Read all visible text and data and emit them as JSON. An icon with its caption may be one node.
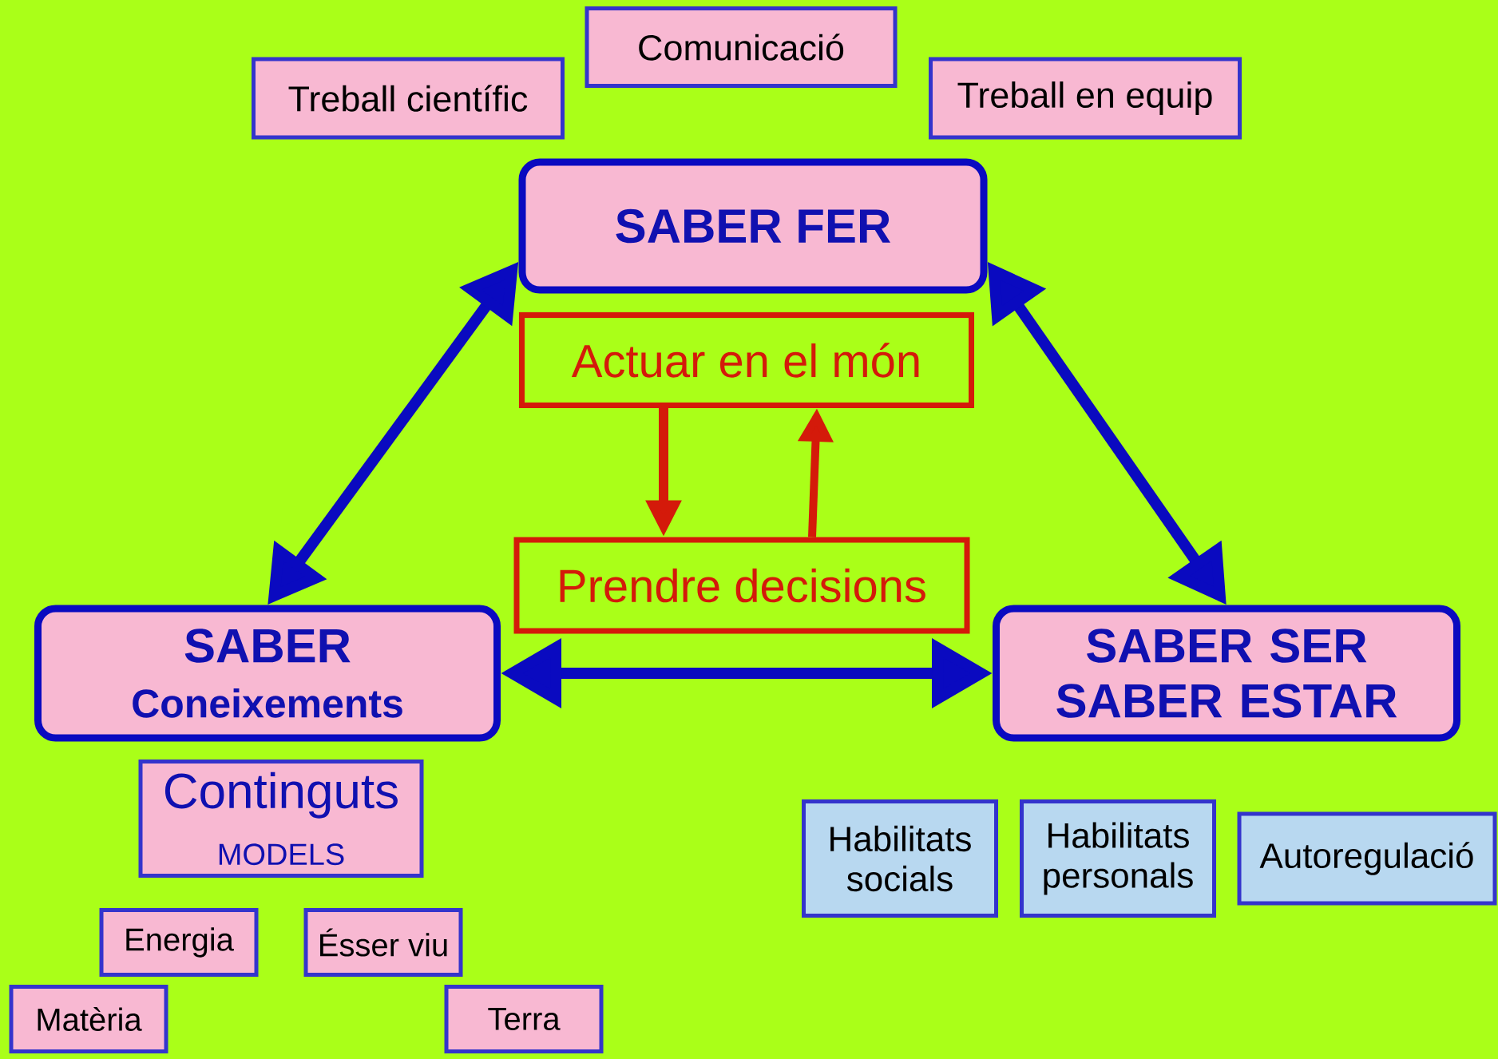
{
  "diagram": {
    "nodes": [
      {
        "text": [
          "Comunicació"
        ]
      },
      {
        "text": [
          "Treball científic"
        ]
      },
      {
        "text": [
          "Treball en equip"
        ]
      },
      {
        "text": [
          "SABER FER"
        ]
      },
      {
        "text": [
          "Actuar en el món"
        ]
      },
      {
        "text": [
          "Prendre decisions"
        ]
      },
      {
        "text": [
          "SABER",
          "Coneixements"
        ]
      },
      {
        "text": [
          "SABER SER SABER ESTAR"
        ]
      },
      {
        "text": [
          "Continguts",
          "MODELS"
        ]
      },
      {
        "text": [
          "Energia"
        ]
      },
      {
        "text": [
          "Ésser viu"
        ]
      },
      {
        "text": [
          "Matèria"
        ]
      },
      {
        "text": [
          "Terra"
        ]
      },
      {
        "text": [
          "Habilitats socials"
        ]
      },
      {
        "text": [
          "Habilitats personals"
        ]
      },
      {
        "text": [
          "Autoregulació"
        ]
      }
    ],
    "edges": [
      {
        "from": 3,
        "to": 6,
        "arrow": "both"
      },
      {
        "from": 3,
        "to": 7,
        "arrow": "both"
      },
      {
        "from": 6,
        "to": 7,
        "arrow": "both"
      },
      {
        "from": 4,
        "to": 5,
        "arrow": "to",
        "color": "#d41a0a"
      },
      {
        "from": 5,
        "to": 4,
        "arrow": "to",
        "color": "#d41a0a"
      }
    ]
  }
}
